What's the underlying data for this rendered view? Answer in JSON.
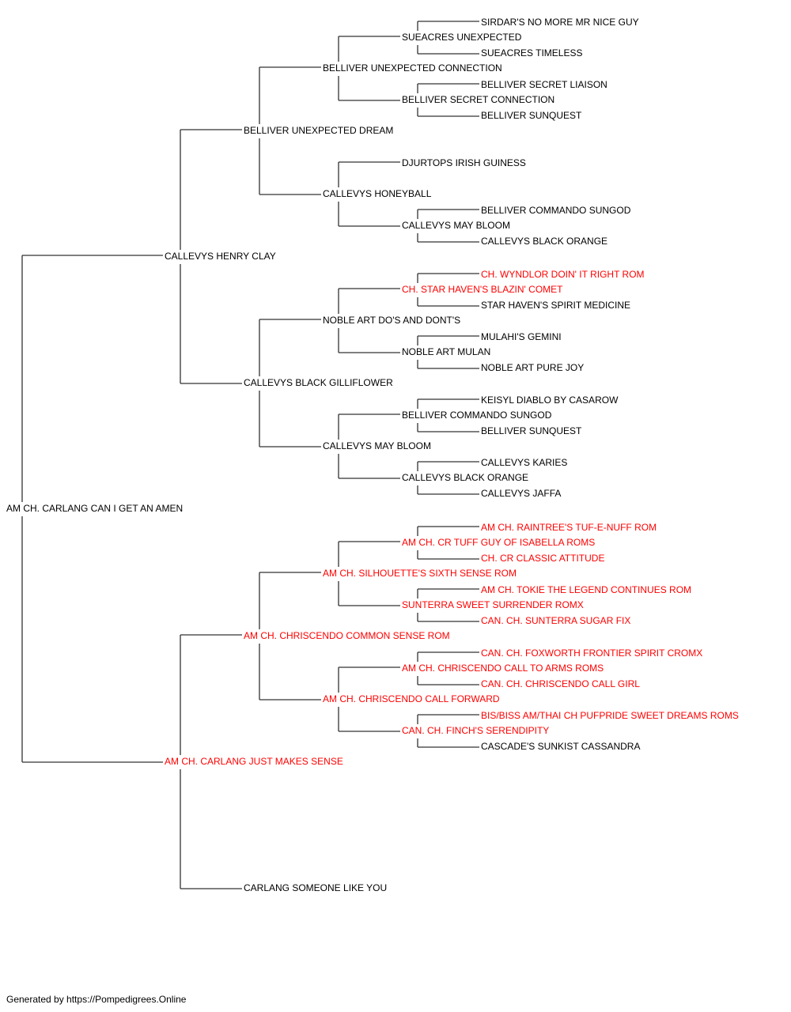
{
  "colors": {
    "normal": "#000000",
    "champion": "#ff0000",
    "line": "#333333"
  },
  "pedigree": {
    "name": "AM CH. CARLANG CAN I GET AN AMEN",
    "ch": false,
    "sire": {
      "name": "CALLEVYS HENRY CLAY",
      "ch": false,
      "sire": {
        "name": "BELLIVER UNEXPECTED DREAM",
        "ch": false,
        "sire": {
          "name": "BELLIVER UNEXPECTED CONNECTION",
          "ch": false,
          "sire": {
            "name": "SUEACRES UNEXPECTED",
            "ch": false,
            "sire": {
              "name": "SIRDAR'S NO MORE MR NICE GUY",
              "ch": false
            },
            "dam": {
              "name": "SUEACRES TIMELESS",
              "ch": false
            }
          },
          "dam": {
            "name": "BELLIVER SECRET CONNECTION",
            "ch": false,
            "sire": {
              "name": "BELLIVER SECRET LIAISON",
              "ch": false
            },
            "dam": {
              "name": "BELLIVER SUNQUEST",
              "ch": false
            }
          }
        },
        "dam": {
          "name": "CALLEVYS HONEYBALL",
          "ch": false,
          "sire": {
            "name": "DJURTOPS IRISH GUINESS",
            "ch": false
          },
          "dam": {
            "name": "CALLEVYS MAY BLOOM",
            "ch": false,
            "sire": {
              "name": "BELLIVER COMMANDO SUNGOD",
              "ch": false
            },
            "dam": {
              "name": "CALLEVYS BLACK ORANGE",
              "ch": false
            }
          }
        }
      },
      "dam": {
        "name": "CALLEVYS BLACK GILLIFLOWER",
        "ch": false,
        "sire": {
          "name": "NOBLE ART DO'S AND DONT'S",
          "ch": false,
          "sire": {
            "name": "CH. STAR HAVEN'S BLAZIN' COMET",
            "ch": true,
            "sire": {
              "name": "CH. WYNDLOR DOIN' IT RIGHT ROM",
              "ch": true
            },
            "dam": {
              "name": "STAR HAVEN'S SPIRIT MEDICINE",
              "ch": false
            }
          },
          "dam": {
            "name": "NOBLE ART MULAN",
            "ch": false,
            "sire": {
              "name": "MULAHI'S GEMINI",
              "ch": false
            },
            "dam": {
              "name": "NOBLE ART PURE JOY",
              "ch": false
            }
          }
        },
        "dam": {
          "name": "CALLEVYS MAY BLOOM",
          "ch": false,
          "sire": {
            "name": "BELLIVER COMMANDO SUNGOD",
            "ch": false,
            "sire": {
              "name": "KEISYL DIABLO BY CASAROW",
              "ch": false
            },
            "dam": {
              "name": "BELLIVER SUNQUEST",
              "ch": false
            }
          },
          "dam": {
            "name": "CALLEVYS BLACK ORANGE",
            "ch": false,
            "sire": {
              "name": "CALLEVYS KARIES",
              "ch": false
            },
            "dam": {
              "name": "CALLEVYS JAFFA",
              "ch": false
            }
          }
        }
      }
    },
    "dam": {
      "name": "AM CH. CARLANG JUST MAKES SENSE",
      "ch": true,
      "sire": {
        "name": "AM CH. CHRISCENDO COMMON SENSE ROM",
        "ch": true,
        "sire": {
          "name": "AM CH. SILHOUETTE'S SIXTH SENSE ROM",
          "ch": true,
          "sire": {
            "name": "AM CH. CR TUFF GUY OF ISABELLA ROMS",
            "ch": true,
            "sire": {
              "name": "AM CH. RAINTREE'S TUF-E-NUFF ROM",
              "ch": true
            },
            "dam": {
              "name": "CH. CR CLASSIC ATTITUDE",
              "ch": true
            }
          },
          "dam": {
            "name": "SUNTERRA SWEET SURRENDER ROMX",
            "ch": true,
            "sire": {
              "name": "AM CH. TOKIE THE LEGEND CONTINUES ROM",
              "ch": true
            },
            "dam": {
              "name": "CAN. CH. SUNTERRA SUGAR FIX",
              "ch": true
            }
          }
        },
        "dam": {
          "name": "AM CH. CHRISCENDO CALL FORWARD",
          "ch": true,
          "sire": {
            "name": "AM CH. CHRISCENDO CALL TO ARMS ROMS",
            "ch": true,
            "sire": {
              "name": "CAN. CH. FOXWORTH FRONTIER SPIRIT CROMX",
              "ch": true
            },
            "dam": {
              "name": "CAN. CH. CHRISCENDO CALL GIRL",
              "ch": true
            }
          },
          "dam": {
            "name": "CAN. CH. FINCH'S SERENDIPITY",
            "ch": true,
            "sire": {
              "name": "BIS/BISS AM/THAI CH PUFPRIDE SWEET DREAMS ROMS",
              "ch": true
            },
            "dam": {
              "name": "CASCADE'S SUNKIST CASSANDRA",
              "ch": false
            }
          }
        }
      },
      "dam": {
        "name": "CARLANG SOMEONE LIKE YOU",
        "ch": false
      }
    }
  },
  "footer": {
    "text": "Generated by https://Pompedigrees.Online"
  }
}
